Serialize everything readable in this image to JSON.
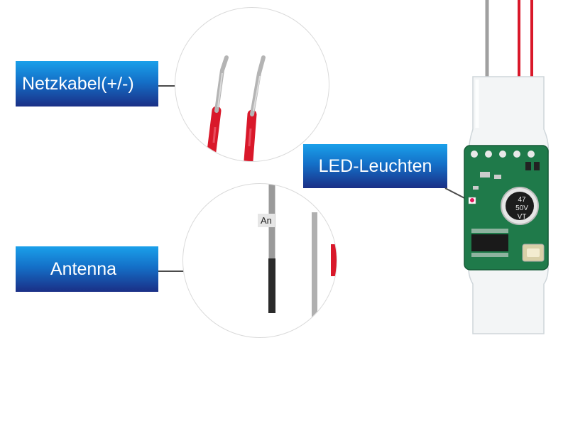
{
  "labels": {
    "power": "Netzkabel(+/-)",
    "antenna": "Antenna",
    "led": "LED-Leuchten"
  },
  "antenna_tag": "An",
  "capacitor_text": [
    "47",
    "50V",
    "VT"
  ],
  "colors": {
    "label_gradient_top": "#1aa0ea",
    "label_gradient_bottom": "#1a2f86",
    "wire_red": "#d9182a",
    "wire_gray": "#9a9a9a",
    "wire_black": "#2a2a2a",
    "pcb_green": "#1f7a4a"
  }
}
